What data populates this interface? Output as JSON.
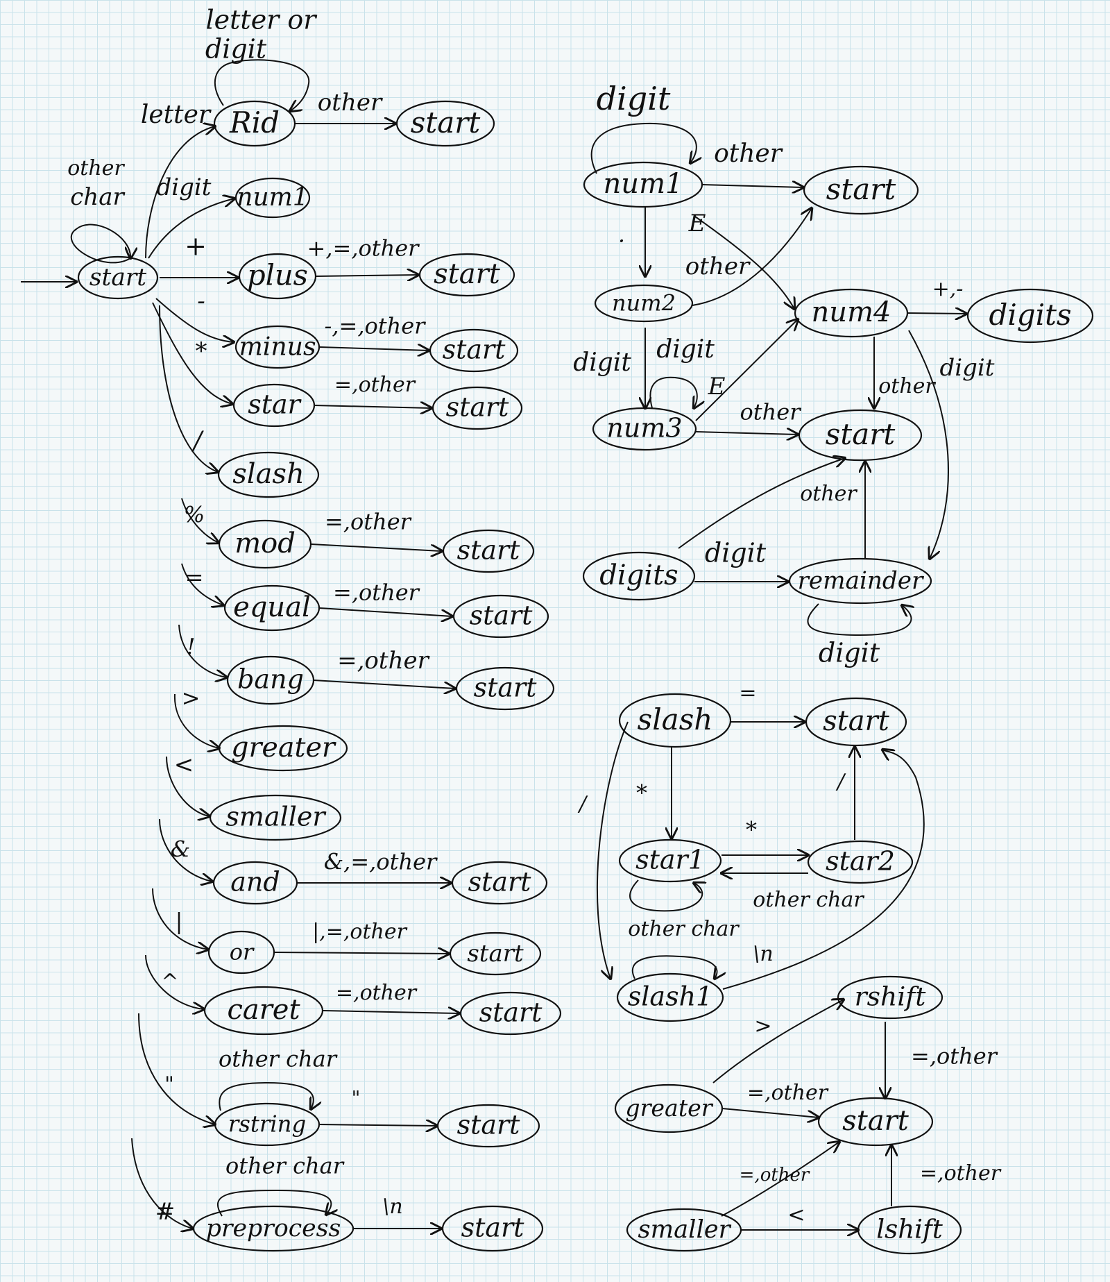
{
  "nodes": [
    {
      "id": "L_start",
      "label": "start"
    },
    {
      "id": "L_rid",
      "label": "Rid"
    },
    {
      "id": "L_rid_start",
      "label": "start"
    },
    {
      "id": "L_num1",
      "label": "num1"
    },
    {
      "id": "L_plus",
      "label": "plus"
    },
    {
      "id": "L_plus_start",
      "label": "start"
    },
    {
      "id": "L_minus",
      "label": "minus"
    },
    {
      "id": "L_minus_start",
      "label": "start"
    },
    {
      "id": "L_star",
      "label": "star"
    },
    {
      "id": "L_star_start",
      "label": "start"
    },
    {
      "id": "L_slash",
      "label": "slash"
    },
    {
      "id": "L_mod",
      "label": "mod"
    },
    {
      "id": "L_mod_start",
      "label": "start"
    },
    {
      "id": "L_equal",
      "label": "equal"
    },
    {
      "id": "L_equal_start",
      "label": "start"
    },
    {
      "id": "L_bang",
      "label": "bang"
    },
    {
      "id": "L_bang_start",
      "label": "start"
    },
    {
      "id": "L_greater",
      "label": "greater"
    },
    {
      "id": "L_smaller",
      "label": "smaller"
    },
    {
      "id": "L_and",
      "label": "and"
    },
    {
      "id": "L_and_start",
      "label": "start"
    },
    {
      "id": "L_or",
      "label": "or"
    },
    {
      "id": "L_or_start",
      "label": "start"
    },
    {
      "id": "L_caret",
      "label": "caret"
    },
    {
      "id": "L_caret_start",
      "label": "start"
    },
    {
      "id": "L_rstring",
      "label": "rstring"
    },
    {
      "id": "L_rstring_start",
      "label": "start"
    },
    {
      "id": "L_preprocess",
      "label": "preprocess"
    },
    {
      "id": "L_pre_start",
      "label": "start"
    },
    {
      "id": "N_num1",
      "label": "num1"
    },
    {
      "id": "N_start1",
      "label": "start"
    },
    {
      "id": "N_num2",
      "label": "num2"
    },
    {
      "id": "N_num4",
      "label": "num4"
    },
    {
      "id": "N_digits_a",
      "label": "digits"
    },
    {
      "id": "N_num3",
      "label": "num3"
    },
    {
      "id": "N_start2",
      "label": "start"
    },
    {
      "id": "N_digits_b",
      "label": "digits"
    },
    {
      "id": "N_remainder",
      "label": "remainder"
    },
    {
      "id": "S_slash",
      "label": "slash"
    },
    {
      "id": "S_start",
      "label": "start"
    },
    {
      "id": "S_star1",
      "label": "star1"
    },
    {
      "id": "S_star2",
      "label": "star2"
    },
    {
      "id": "S_slash1",
      "label": "slash1"
    },
    {
      "id": "G_rshift",
      "label": "rshift"
    },
    {
      "id": "G_greater",
      "label": "greater"
    },
    {
      "id": "G_start",
      "label": "start"
    },
    {
      "id": "G_smaller",
      "label": "smaller"
    },
    {
      "id": "G_lshift",
      "label": "lshift"
    }
  ],
  "labels": [
    {
      "id": "l_letter_or",
      "text": "letter or"
    },
    {
      "id": "l_digit_top",
      "text": "digit"
    },
    {
      "id": "l_letter",
      "text": "letter"
    },
    {
      "id": "l_other_rid",
      "text": "other"
    },
    {
      "id": "l_other_char1",
      "text": "other"
    },
    {
      "id": "l_other_char2",
      "text": "char"
    },
    {
      "id": "l_digit_start",
      "text": "digit"
    },
    {
      "id": "l_plus",
      "text": "+"
    },
    {
      "id": "l_plus_out",
      "text": "+,=,other"
    },
    {
      "id": "l_minus",
      "text": "-"
    },
    {
      "id": "l_minus_out",
      "text": "-,=,other"
    },
    {
      "id": "l_star",
      "text": "*"
    },
    {
      "id": "l_star_out",
      "text": "=,other"
    },
    {
      "id": "l_slash",
      "text": "/"
    },
    {
      "id": "l_mod",
      "text": "%"
    },
    {
      "id": "l_mod_out",
      "text": "=,other"
    },
    {
      "id": "l_equal",
      "text": "="
    },
    {
      "id": "l_equal_out",
      "text": "=,other"
    },
    {
      "id": "l_bang",
      "text": "!"
    },
    {
      "id": "l_bang_out",
      "text": "=,other"
    },
    {
      "id": "l_greater",
      "text": ">"
    },
    {
      "id": "l_smaller",
      "text": "<"
    },
    {
      "id": "l_and",
      "text": "&"
    },
    {
      "id": "l_and_out",
      "text": "&,=,other"
    },
    {
      "id": "l_or",
      "text": "|"
    },
    {
      "id": "l_or_out",
      "text": "|,=,other"
    },
    {
      "id": "l_caret",
      "text": "^"
    },
    {
      "id": "l_caret_out",
      "text": "=,other"
    },
    {
      "id": "l_quote_in",
      "text": "\""
    },
    {
      "id": "l_rstring_loop",
      "text": "other char"
    },
    {
      "id": "l_quote_out",
      "text": "\""
    },
    {
      "id": "l_hash",
      "text": "#"
    },
    {
      "id": "l_pre_loop",
      "text": "other char"
    },
    {
      "id": "l_pre_out",
      "text": "\\n"
    },
    {
      "id": "n_digit_loop",
      "text": "digit"
    },
    {
      "id": "n_other1",
      "text": "other"
    },
    {
      "id": "n_dot",
      "text": "."
    },
    {
      "id": "n_E1",
      "text": "E"
    },
    {
      "id": "n_other2",
      "text": "other"
    },
    {
      "id": "n_pm",
      "text": "+,-"
    },
    {
      "id": "n_digit_a",
      "text": "digit"
    },
    {
      "id": "n_digit_b",
      "text": "digit"
    },
    {
      "id": "n_E2",
      "text": "E"
    },
    {
      "id": "n_other3",
      "text": "other"
    },
    {
      "id": "n_other4",
      "text": "other"
    },
    {
      "id": "n_digit_c",
      "text": "digit"
    },
    {
      "id": "n_other5",
      "text": "other"
    },
    {
      "id": "n_digit_d",
      "text": "digit"
    },
    {
      "id": "n_digit_loop2",
      "text": "digit"
    },
    {
      "id": "s_eq",
      "text": "="
    },
    {
      "id": "s_star",
      "text": "*"
    },
    {
      "id": "s_star2",
      "text": "*"
    },
    {
      "id": "s_otherchar1",
      "text": "other char"
    },
    {
      "id": "s_otherchar2",
      "text": "other char"
    },
    {
      "id": "s_slash_left",
      "text": "/"
    },
    {
      "id": "s_slash_up",
      "text": "/"
    },
    {
      "id": "s_newline",
      "text": "\\n"
    },
    {
      "id": "g_gt",
      "text": ">"
    },
    {
      "id": "g_eq_other1",
      "text": "=,other"
    },
    {
      "id": "g_eq_other2",
      "text": "=,other"
    },
    {
      "id": "g_eq_other3",
      "text": "=,other"
    },
    {
      "id": "g_lt",
      "text": "<"
    },
    {
      "id": "g_eq_other4",
      "text": "=,other"
    }
  ]
}
